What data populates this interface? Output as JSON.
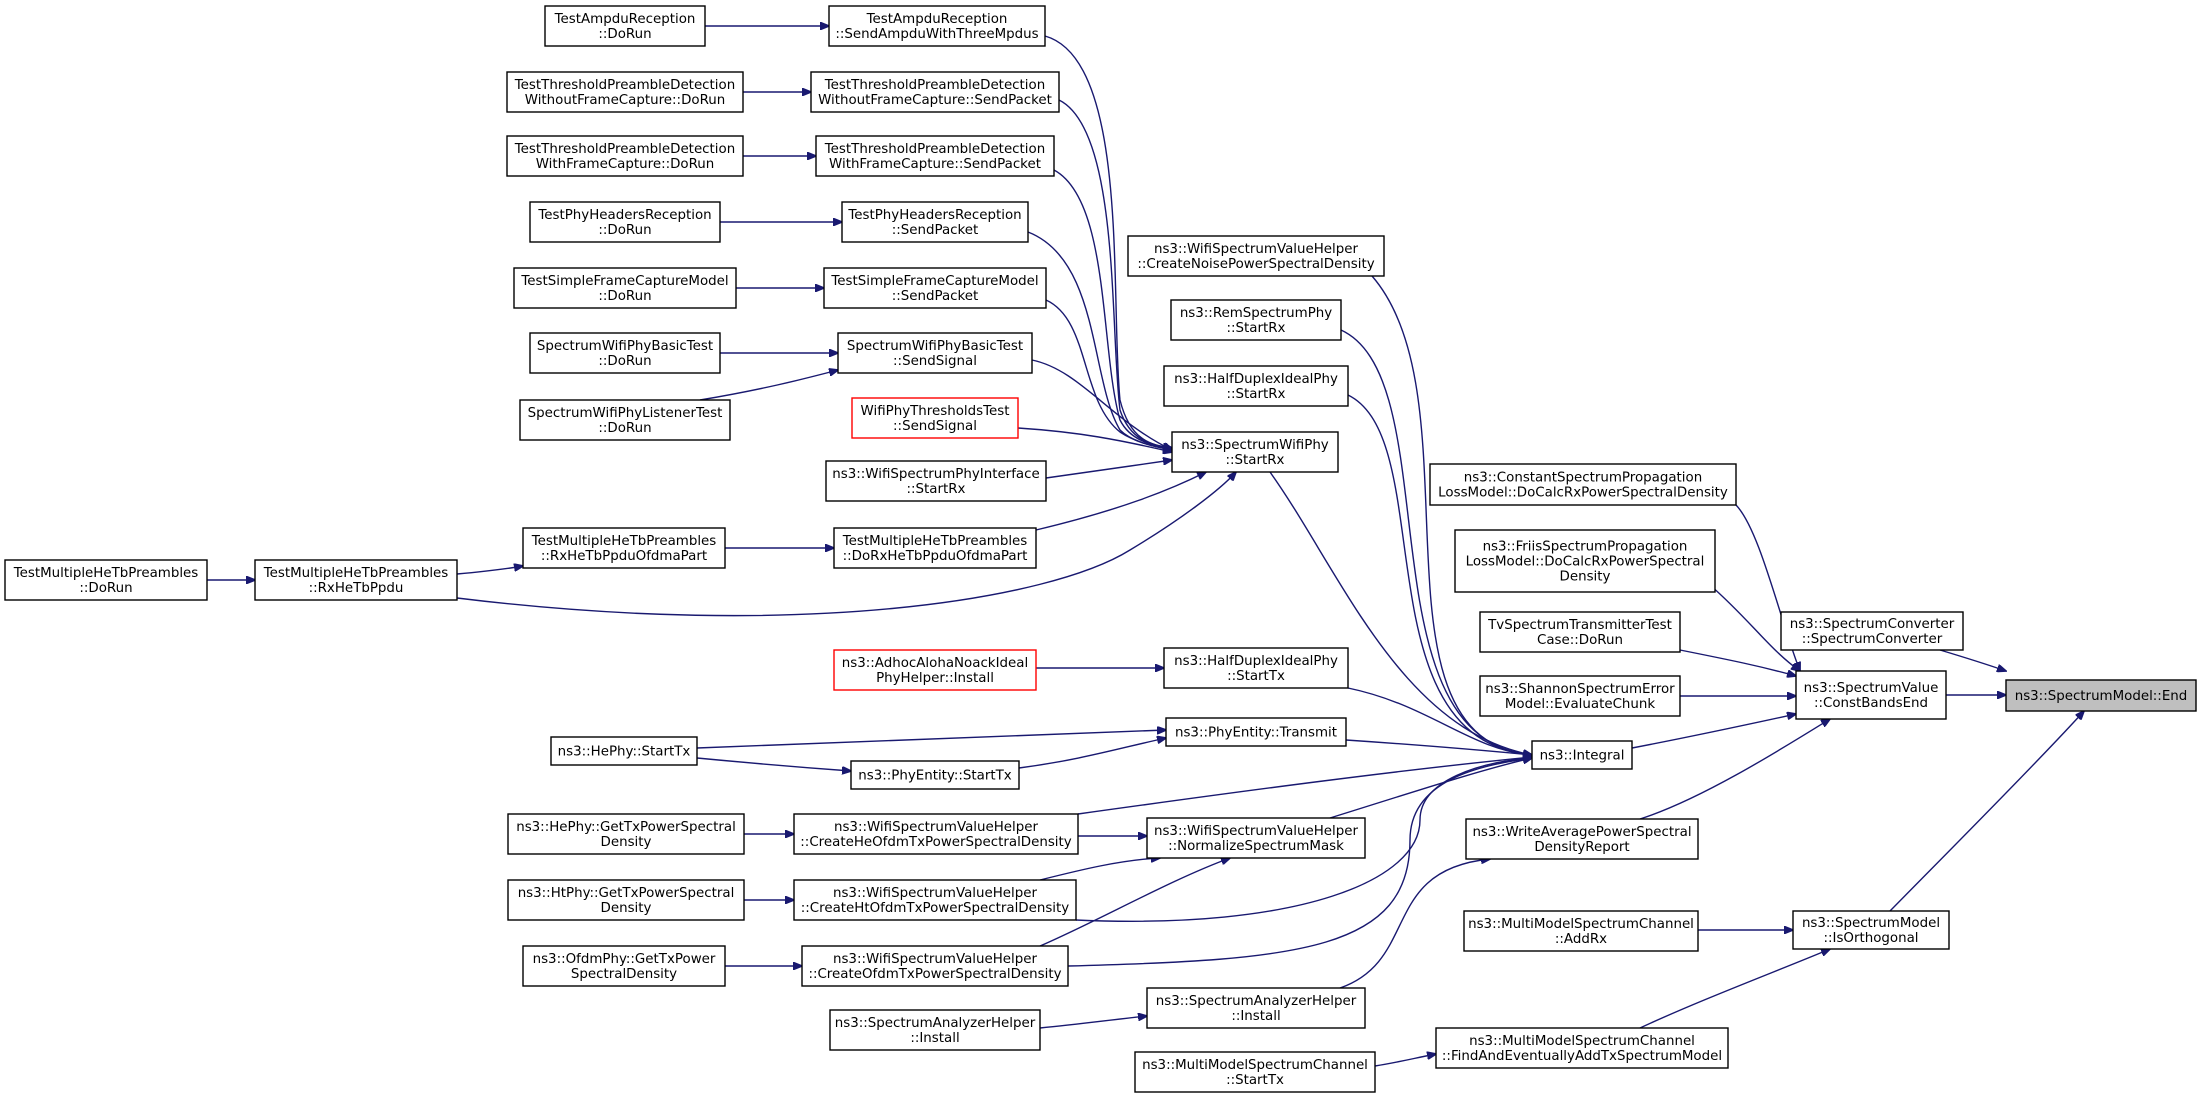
{
  "graph": {
    "title": "",
    "colors": {
      "edge": "#191970",
      "node_border": "#000000",
      "highlight_border": "#ff0000",
      "root_fill": "#bfbfbf"
    },
    "nodes": [
      {
        "id": "root",
        "lines": [
          "ns3::SpectrumModel::End"
        ],
        "style": "root"
      },
      {
        "id": "cbe",
        "lines": [
          "ns3::SpectrumValue",
          "::ConstBandsEnd"
        ]
      },
      {
        "id": "ssc",
        "lines": [
          "ns3::SpectrumConverter",
          "::SpectrumConverter"
        ]
      },
      {
        "id": "iso",
        "lines": [
          "ns3::SpectrumModel",
          "::IsOrthogonal"
        ]
      },
      {
        "id": "cspl",
        "lines": [
          "ns3::ConstantSpectrumPropagation",
          "LossModel::DoCalcRxPowerSpectralDensity"
        ]
      },
      {
        "id": "fspl",
        "lines": [
          "ns3::FriisSpectrumPropagation",
          "LossModel::DoCalcRxPowerSpectral",
          "Density"
        ]
      },
      {
        "id": "tvst",
        "lines": [
          "TvSpectrumTransmitterTest",
          "Case::DoRun"
        ]
      },
      {
        "id": "sser",
        "lines": [
          "ns3::ShannonSpectrumError",
          "Model::EvaluateChunk"
        ]
      },
      {
        "id": "integ",
        "lines": [
          "ns3::Integral"
        ]
      },
      {
        "id": "wapsd",
        "lines": [
          "ns3::WriteAveragePowerSpectral",
          "DensityReport"
        ]
      },
      {
        "id": "mmaddrx",
        "lines": [
          "ns3::MultiModelSpectrumChannel",
          "::AddRx"
        ]
      },
      {
        "id": "mmfind",
        "lines": [
          "ns3::MultiModelSpectrumChannel",
          "::FindAndEventuallyAddTxSpectrumModel"
        ]
      },
      {
        "id": "mmstarttx",
        "lines": [
          "ns3::MultiModelSpectrumChannel",
          "::StartTx"
        ]
      },
      {
        "id": "cnpsd",
        "lines": [
          "ns3::WifiSpectrumValueHelper",
          "::CreateNoisePowerSpectralDensity"
        ]
      },
      {
        "id": "remrx",
        "lines": [
          "ns3::RemSpectrumPhy",
          "::StartRx"
        ]
      },
      {
        "id": "hdrx",
        "lines": [
          "ns3::HalfDuplexIdealPhy",
          "::StartRx"
        ]
      },
      {
        "id": "swprx",
        "lines": [
          "ns3::SpectrumWifiPhy",
          "::StartRx"
        ]
      },
      {
        "id": "hdtx",
        "lines": [
          "ns3::HalfDuplexIdealPhy",
          "::StartTx"
        ]
      },
      {
        "id": "petx",
        "lines": [
          "ns3::PhyEntity::Transmit"
        ]
      },
      {
        "id": "nsm",
        "lines": [
          "ns3::WifiSpectrumValueHelper",
          "::NormalizeSpectrumMask"
        ]
      },
      {
        "id": "sahinst",
        "lines": [
          "ns3::SpectrumAnalyzerHelper",
          "::Install"
        ]
      },
      {
        "id": "tasend",
        "lines": [
          "TestAmpduReception",
          "::SendAmpduWithThreeMpdus"
        ]
      },
      {
        "id": "ttpwosp",
        "lines": [
          "TestThresholdPreambleDetection",
          "WithoutFrameCapture::SendPacket"
        ]
      },
      {
        "id": "ttpwsp",
        "lines": [
          "TestThresholdPreambleDetection",
          "WithFrameCapture::SendPacket"
        ]
      },
      {
        "id": "tphsp",
        "lines": [
          "TestPhyHeadersReception",
          "::SendPacket"
        ]
      },
      {
        "id": "tsfcsp",
        "lines": [
          "TestSimpleFrameCaptureModel",
          "::SendPacket"
        ]
      },
      {
        "id": "swpbss",
        "lines": [
          "SpectrumWifiPhyBasicTest",
          "::SendSignal"
        ]
      },
      {
        "id": "wptss",
        "lines": [
          "WifiPhyThresholdsTest",
          "::SendSignal"
        ],
        "style": "red"
      },
      {
        "id": "wspirx",
        "lines": [
          "ns3::WifiSpectrumPhyInterface",
          "::StartRx"
        ]
      },
      {
        "id": "tmhdorx",
        "lines": [
          "TestMultipleHeTbPreambles",
          "::DoRxHeTbPpduOfdmaPart"
        ]
      },
      {
        "id": "tmhrxofdma",
        "lines": [
          "TestMultipleHeTbPreambles",
          "::RxHeTbPpduOfdmaPart"
        ]
      },
      {
        "id": "tmhrxtb",
        "lines": [
          "TestMultipleHeTbPreambles",
          "::RxHeTbPpdu"
        ]
      },
      {
        "id": "tmhdorun",
        "lines": [
          "TestMultipleHeTbPreambles",
          "::DoRun"
        ]
      },
      {
        "id": "aaninst",
        "lines": [
          "ns3::AdhocAlohaNoackIdeal",
          "PhyHelper::Install"
        ],
        "style": "red"
      },
      {
        "id": "hephytx",
        "lines": [
          "ns3::HePhy::StartTx"
        ]
      },
      {
        "id": "pestarttx",
        "lines": [
          "ns3::PhyEntity::StartTx"
        ]
      },
      {
        "id": "cheofdm",
        "lines": [
          "ns3::WifiSpectrumValueHelper",
          "::CreateHeOfdmTxPowerSpectralDensity"
        ]
      },
      {
        "id": "chtofdm",
        "lines": [
          "ns3::WifiSpectrumValueHelper",
          "::CreateHtOfdmTxPowerSpectralDensity"
        ]
      },
      {
        "id": "cofdm",
        "lines": [
          "ns3::WifiSpectrumValueHelper",
          "::CreateOfdmTxPowerSpectralDensity"
        ]
      },
      {
        "id": "hegtx",
        "lines": [
          "ns3::HePhy::GetTxPowerSpectral",
          "Density"
        ]
      },
      {
        "id": "htgtx",
        "lines": [
          "ns3::HtPhy::GetTxPowerSpectral",
          "Density"
        ]
      },
      {
        "id": "ofdmgtx",
        "lines": [
          "ns3::OfdmPhy::GetTxPower",
          "SpectralDensity"
        ]
      },
      {
        "id": "sah2",
        "lines": [
          "ns3::SpectrumAnalyzerHelper",
          "::Install"
        ]
      },
      {
        "id": "tadorun",
        "lines": [
          "TestAmpduReception",
          "::DoRun"
        ]
      },
      {
        "id": "ttpwodr",
        "lines": [
          "TestThresholdPreambleDetection",
          "WithoutFrameCapture::DoRun"
        ]
      },
      {
        "id": "ttpwdr",
        "lines": [
          "TestThresholdPreambleDetection",
          "WithFrameCapture::DoRun"
        ]
      },
      {
        "id": "tphdr",
        "lines": [
          "TestPhyHeadersReception",
          "::DoRun"
        ]
      },
      {
        "id": "tsfcdr",
        "lines": [
          "TestSimpleFrameCaptureModel",
          "::DoRun"
        ]
      },
      {
        "id": "swpbdr",
        "lines": [
          "SpectrumWifiPhyBasicTest",
          "::DoRun"
        ]
      },
      {
        "id": "swpldr",
        "lines": [
          "SpectrumWifiPhyListenerTest",
          "::DoRun"
        ]
      }
    ]
  }
}
